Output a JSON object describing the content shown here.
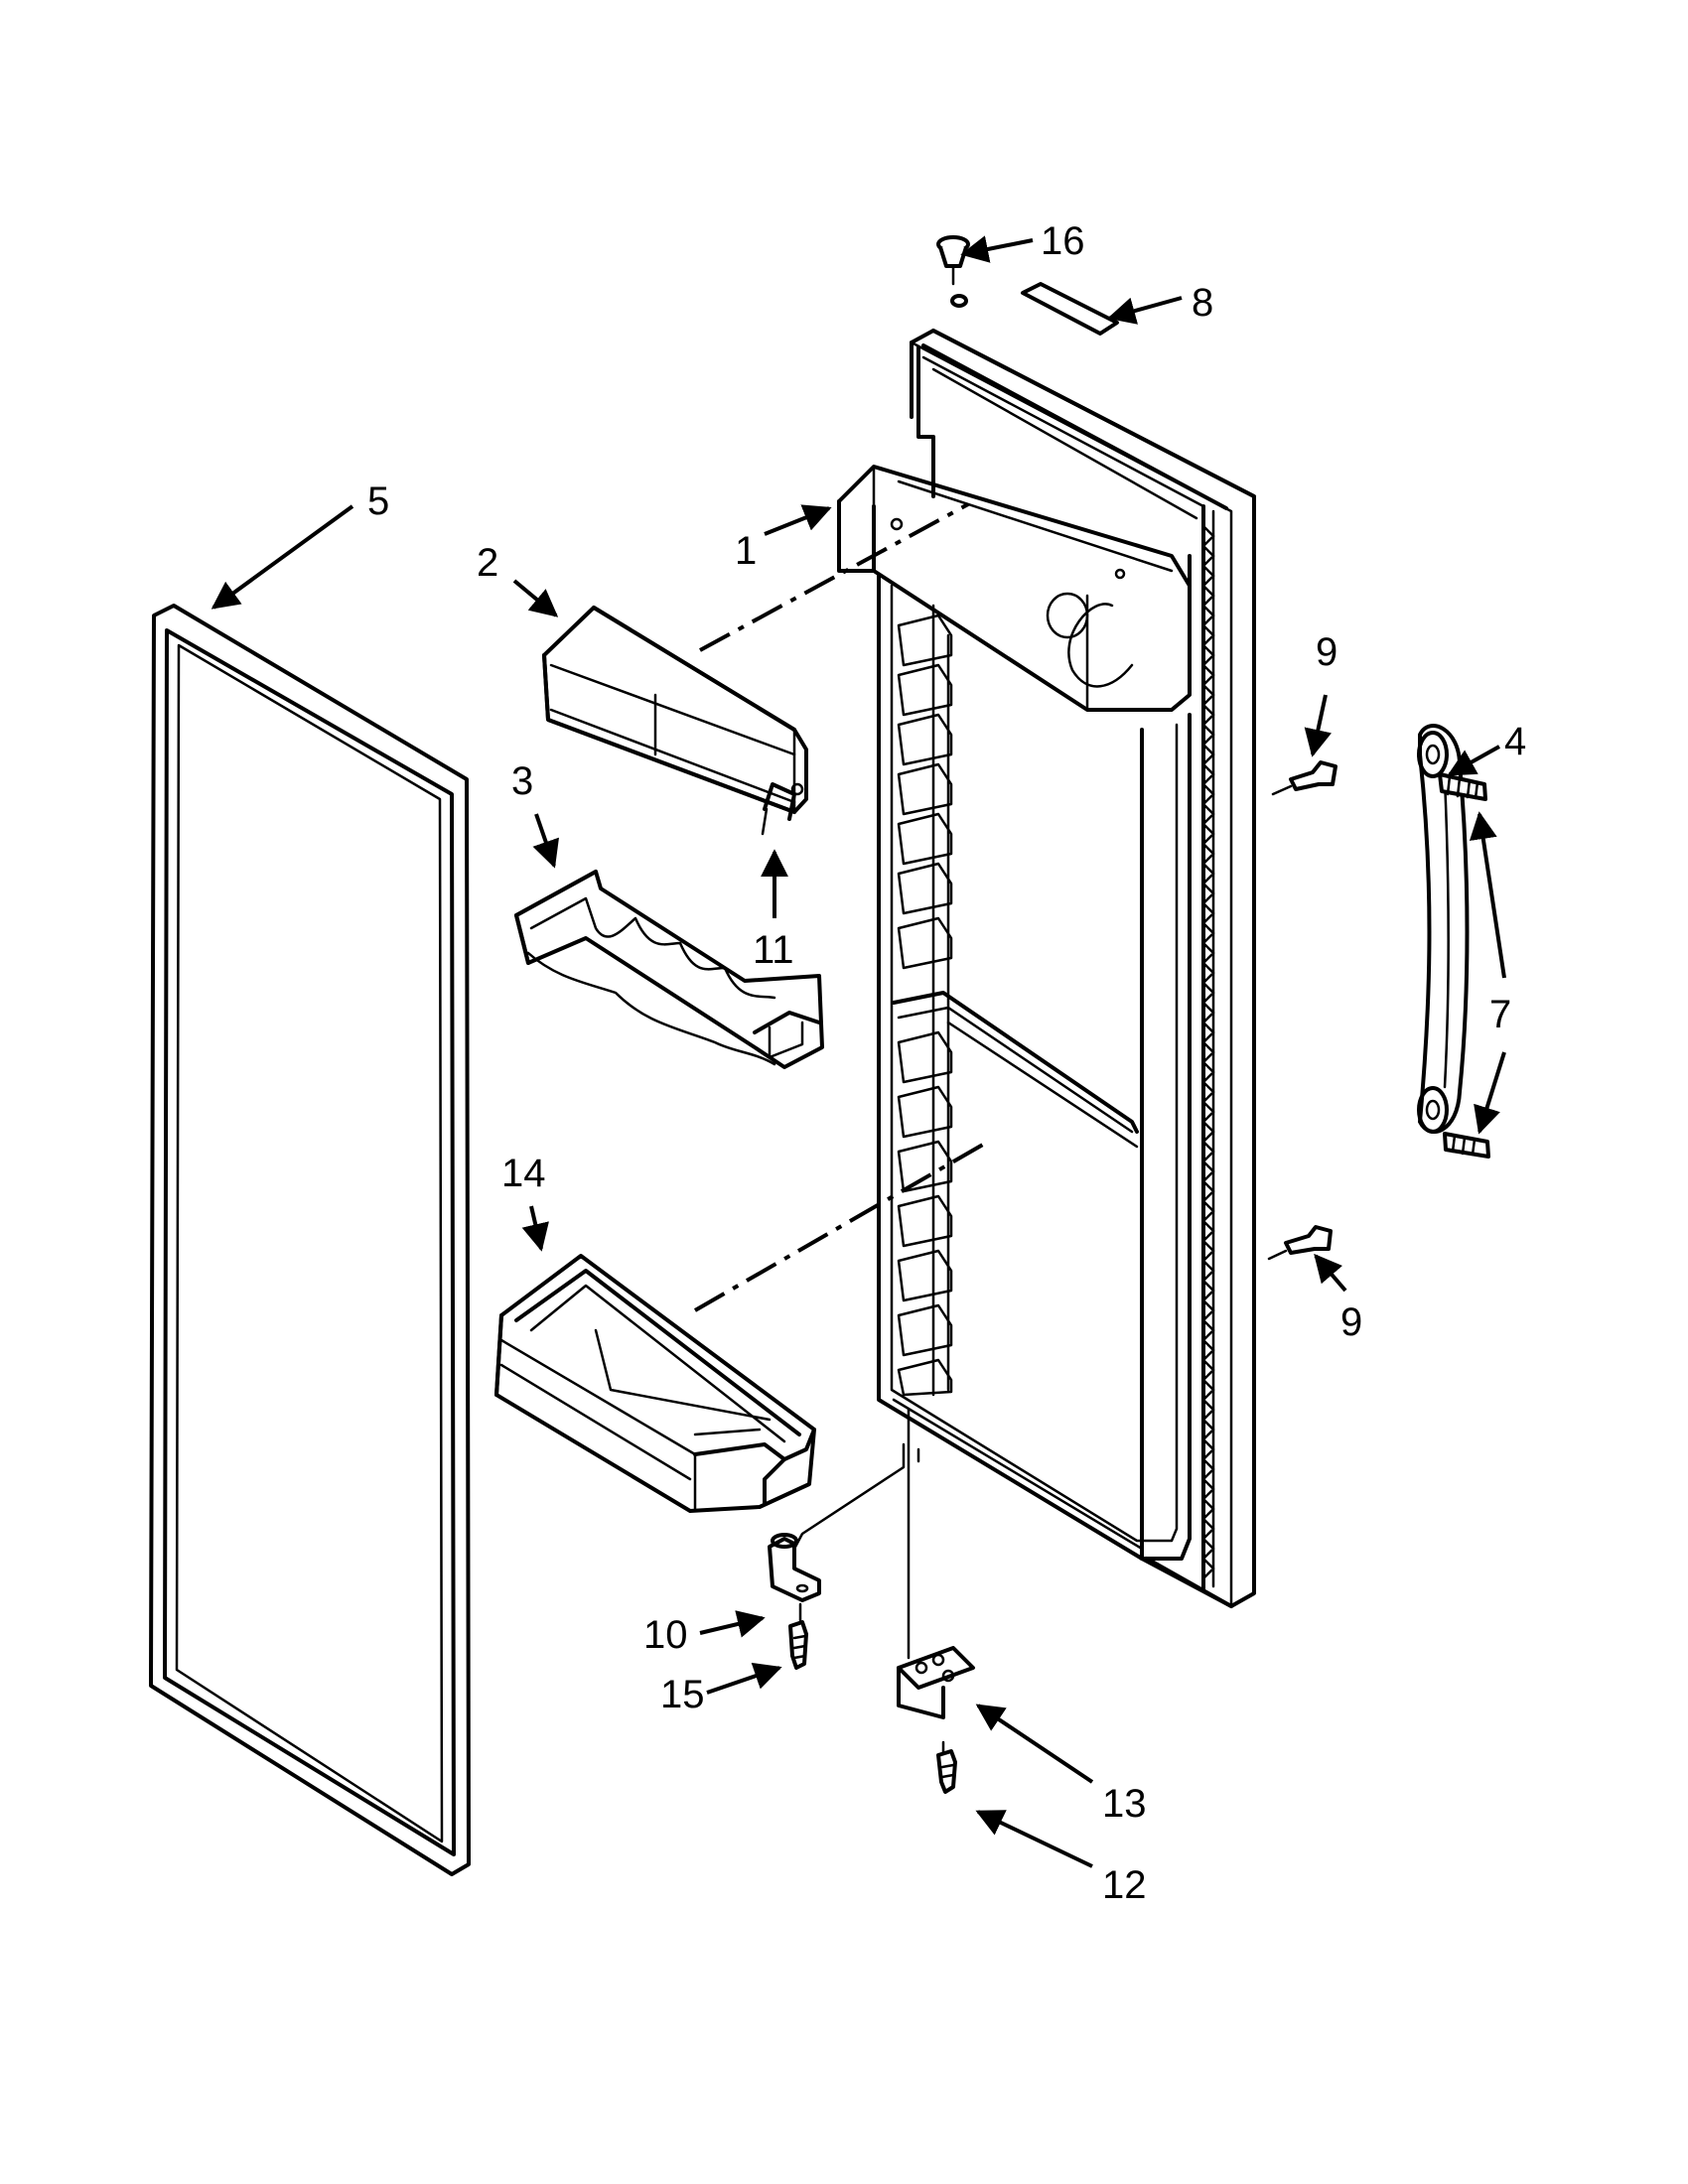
{
  "diagram": {
    "type": "exploded-parts-view",
    "stroke_color": "#000000",
    "background_color": "#ffffff",
    "callouts": [
      {
        "id": "c16",
        "label": "16"
      },
      {
        "id": "c8",
        "label": "8"
      },
      {
        "id": "c5",
        "label": "5"
      },
      {
        "id": "c2",
        "label": "2"
      },
      {
        "id": "c1",
        "label": "1"
      },
      {
        "id": "c9a",
        "label": "9"
      },
      {
        "id": "c4",
        "label": "4"
      },
      {
        "id": "c3",
        "label": "3"
      },
      {
        "id": "c11",
        "label": "11"
      },
      {
        "id": "c7",
        "label": "7"
      },
      {
        "id": "c14",
        "label": "14"
      },
      {
        "id": "c9b",
        "label": "9"
      },
      {
        "id": "c10",
        "label": "10"
      },
      {
        "id": "c15",
        "label": "15"
      },
      {
        "id": "c13",
        "label": "13"
      },
      {
        "id": "c12",
        "label": "12"
      }
    ]
  }
}
